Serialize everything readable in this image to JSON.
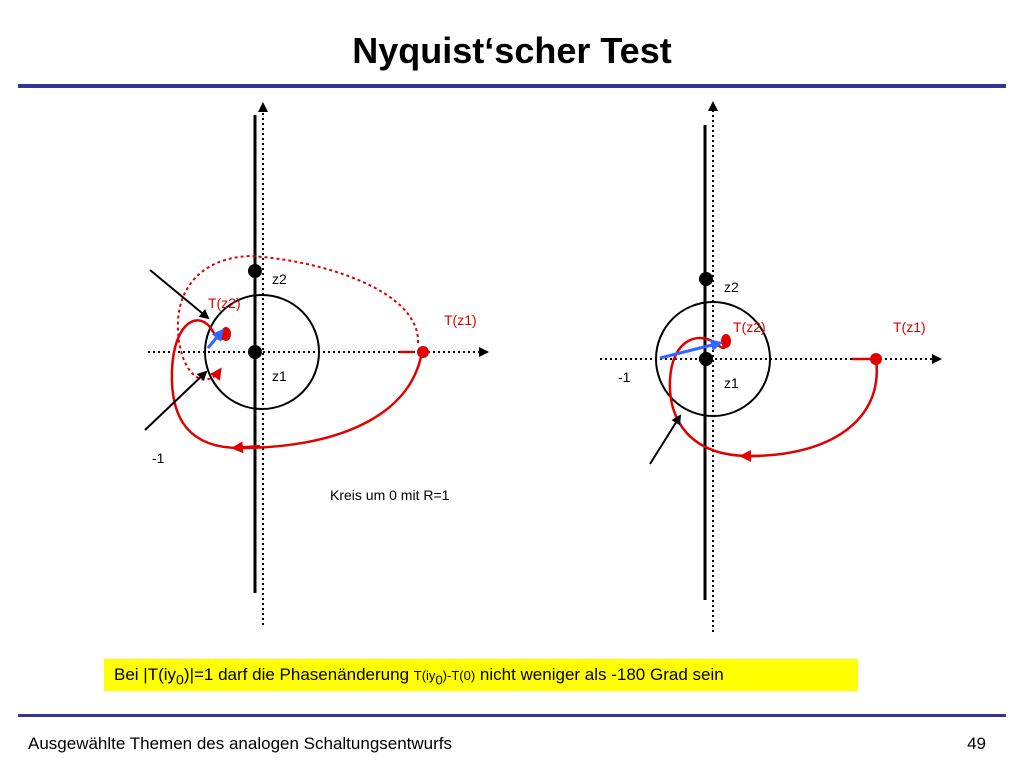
{
  "slide": {
    "title": "Nyquist‘scher Test",
    "page_number": "49",
    "footer": "Ausgewählte Themen des analogen Schaltungsentwurfs"
  },
  "note": {
    "part1": "Bei |T(iy",
    "sub1": "0",
    "part2": ")|=1 darf die Phasenänderung ",
    "small1": "T(iy",
    "sub2": "0",
    "small2": ")-T(0)",
    "part3": " nicht weniger als -180 Grad sein",
    "highlight_color": "#ffff00"
  },
  "left_diagram": {
    "label_z2": "z2",
    "label_z1": "z1",
    "label_tz2": "T(z2)",
    "label_tz1": "T(z1)",
    "label_minus1": "-1",
    "caption": "Kreis um 0 mit R=1"
  },
  "right_diagram": {
    "label_z2": "z2",
    "label_z1": "z1",
    "label_tz2": "T(z2)",
    "label_tz1": "T(z1)",
    "label_minus1": "-1"
  },
  "colors": {
    "accent_rule": "#333399",
    "curve": "#e00000",
    "phasor": "#3366ff"
  }
}
